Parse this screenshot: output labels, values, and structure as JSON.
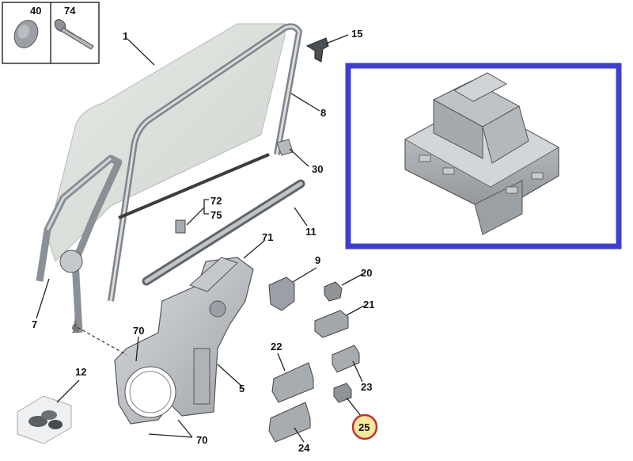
{
  "diagram": {
    "callouts": {
      "c1": "1",
      "c5": "5",
      "c7": "7",
      "c8": "8",
      "c9": "9",
      "c11": "11",
      "c12": "12",
      "c15": "15",
      "c20": "20",
      "c21": "21",
      "c22": "22",
      "c23": "23",
      "c24": "24",
      "c25": "25",
      "c30": "30",
      "c40": "40",
      "c70a": "70",
      "c70b": "70",
      "c71": "71",
      "c72": "72",
      "c74": "74",
      "c75": "75"
    },
    "highlighted_part": "25",
    "colors": {
      "inset_frame": "#3f3fcf",
      "highlight_ring": "#c0322b",
      "highlight_fill": "#f6e79c",
      "glass": "#dfe3df",
      "part_grey": "#bfc3c6"
    },
    "icons": {
      "inset_part": "window-switch-icon",
      "part_40": "grommet-icon",
      "part_74": "rivet-icon"
    }
  }
}
